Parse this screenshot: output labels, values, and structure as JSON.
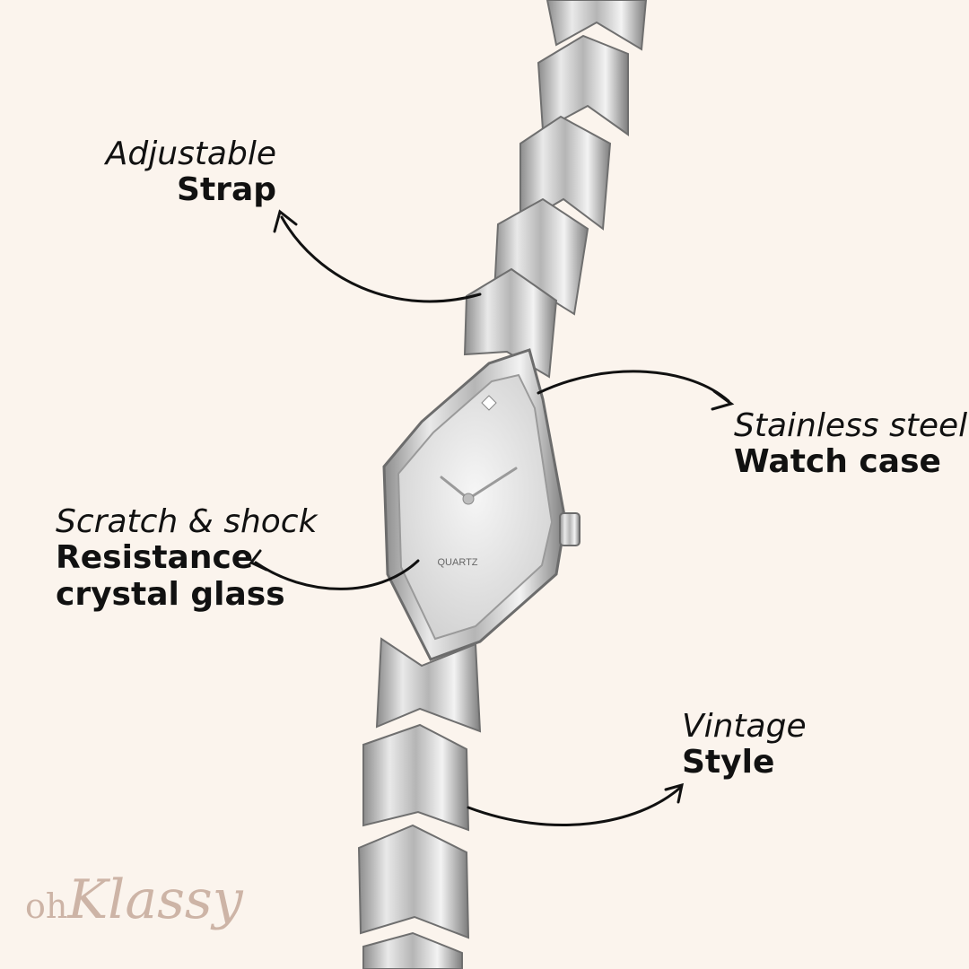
{
  "callouts": {
    "strap": {
      "line1": "Adjustable",
      "line2": "Strap"
    },
    "case": {
      "line1": "Stainless steel",
      "line2": "Watch case"
    },
    "glass": {
      "line1": "Scratch & shock",
      "line2": "Resistance",
      "line3": "crystal glass"
    },
    "style": {
      "line1": "Vintage",
      "line2": "Style"
    }
  },
  "watch": {
    "dial_text": "QUARTZ"
  },
  "brand": {
    "prefix": "oh",
    "name": "Klassy"
  },
  "colors": {
    "background": "#fbf4ed",
    "text": "#111111",
    "logo": "#cdb4a6",
    "metal": "#c9c9c9"
  }
}
